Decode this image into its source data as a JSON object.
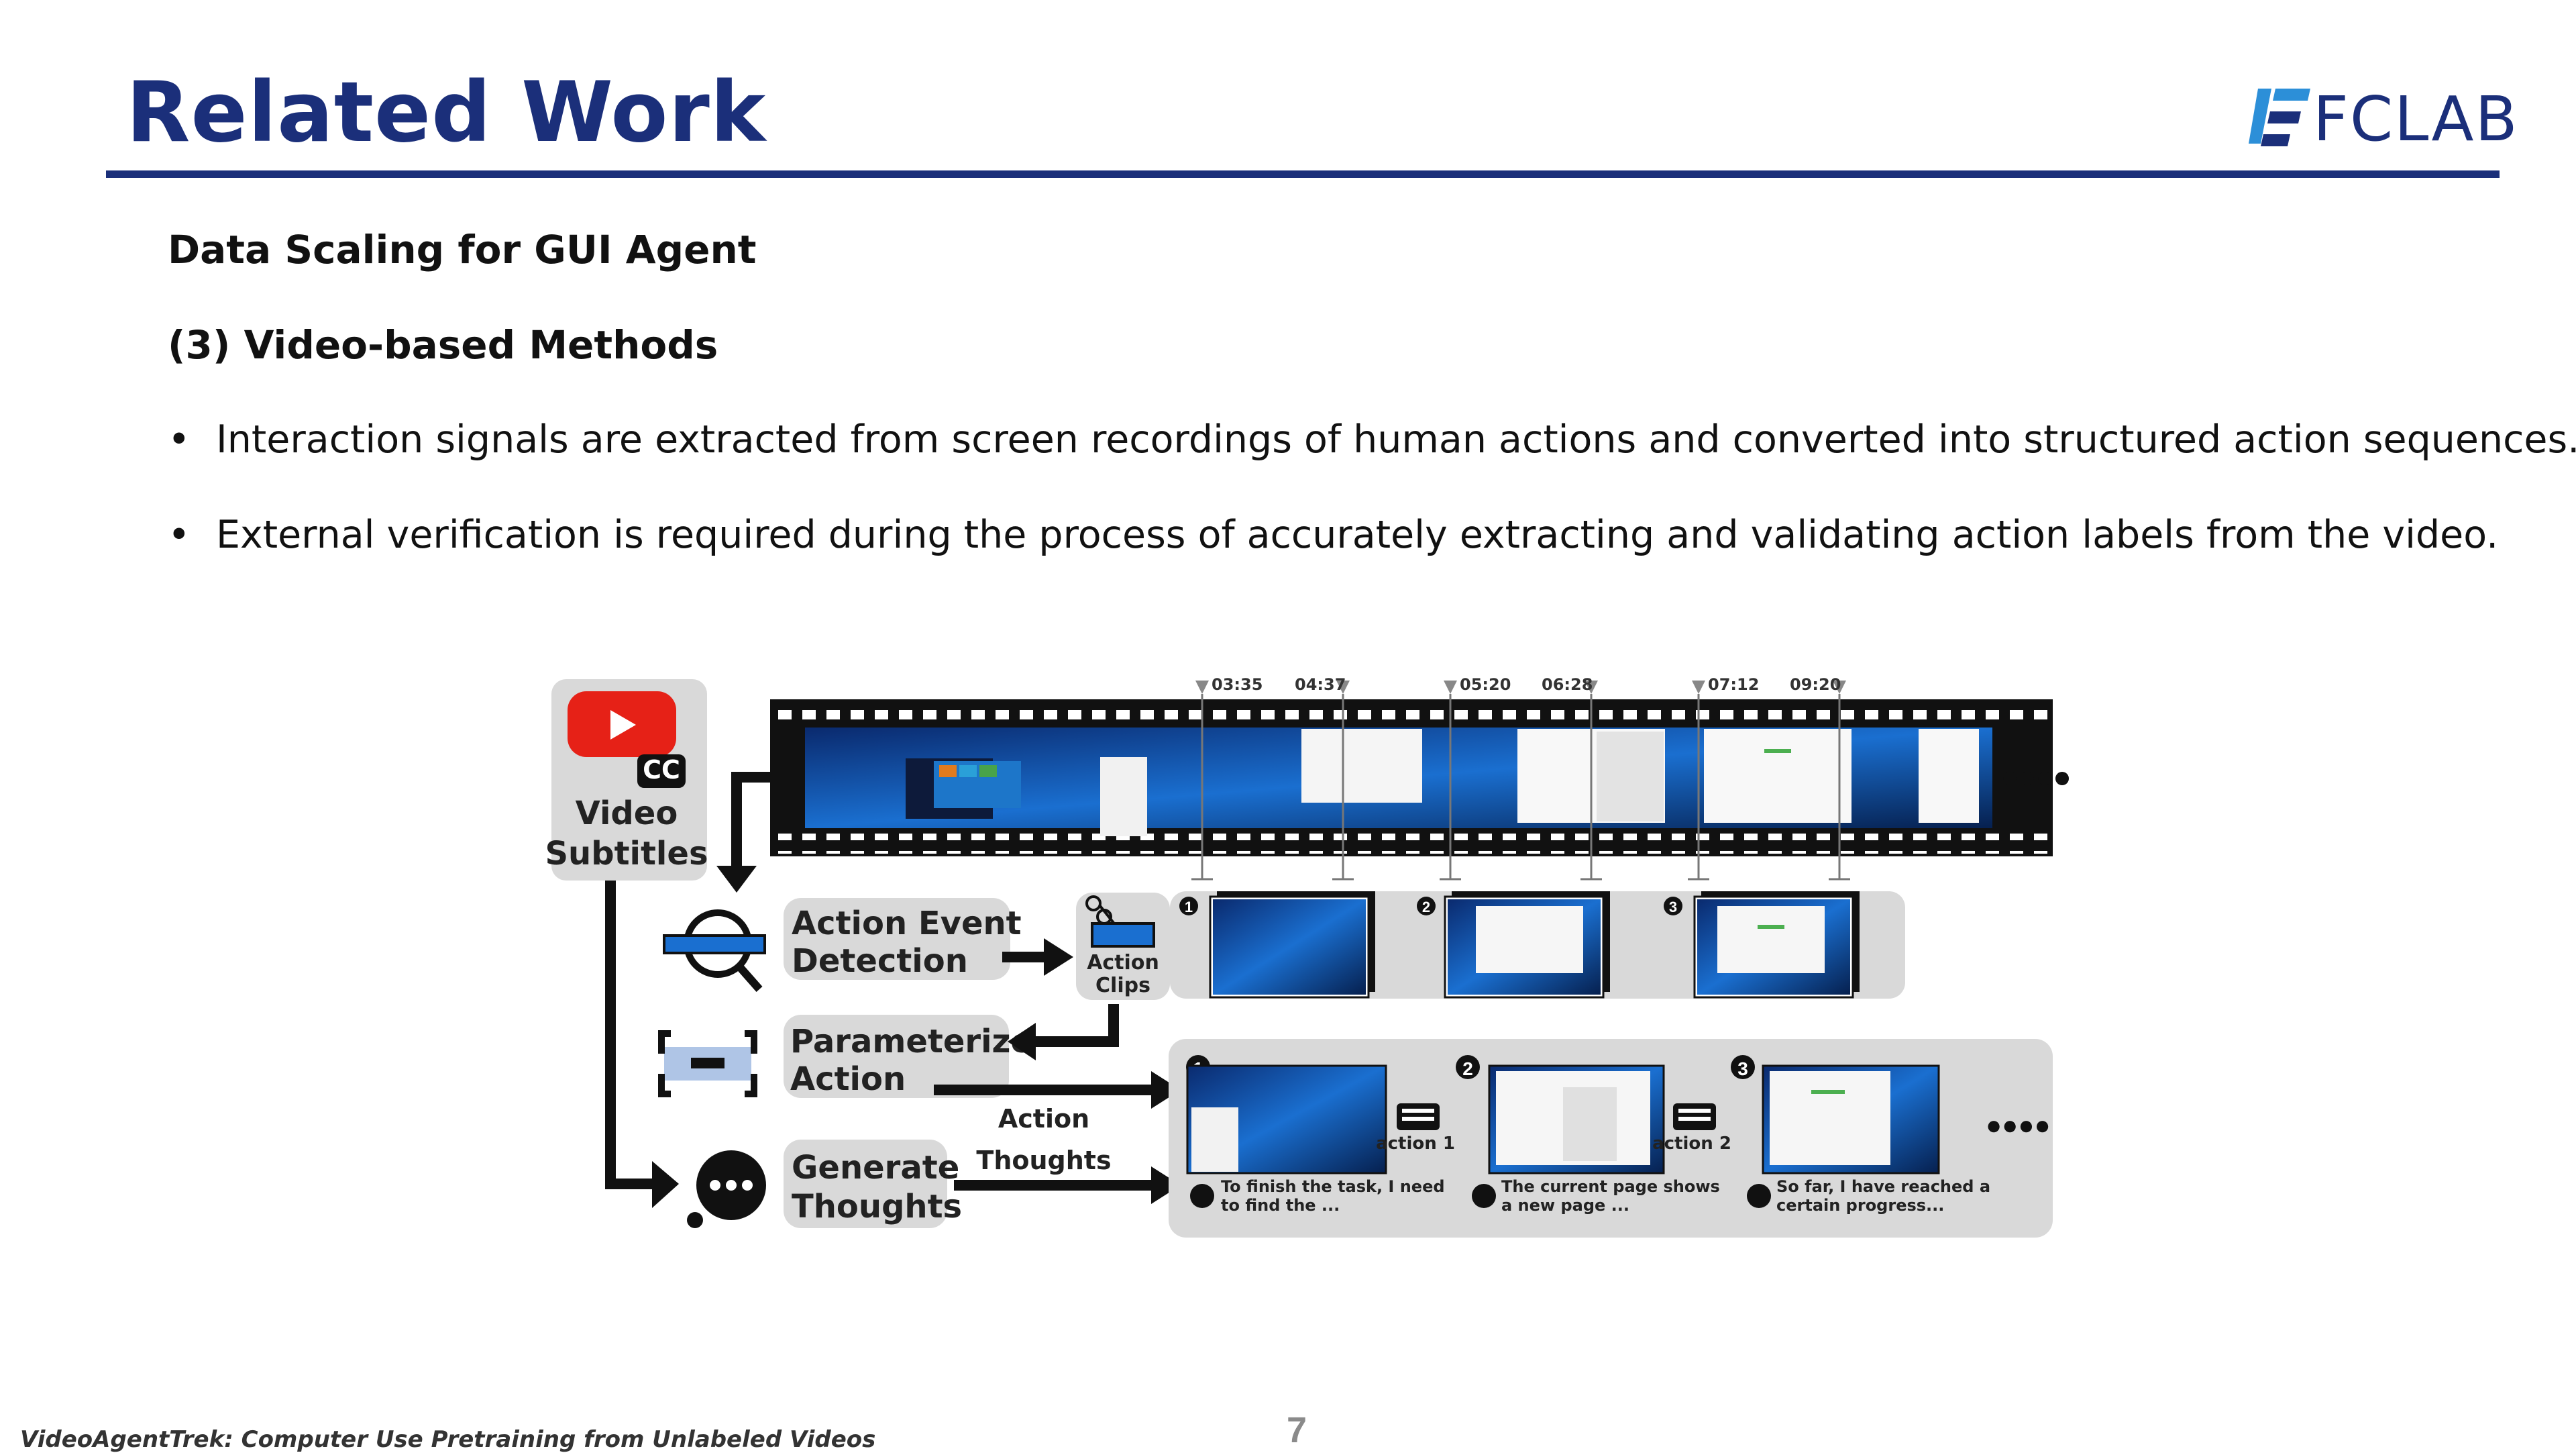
{
  "slide": {
    "title": "Related Work",
    "logo_text": "FCLAB",
    "subtitle": "Data Scaling for GUI Agent",
    "section": "(3) Video-based Methods",
    "bullets": [
      "Interaction signals are extracted from screen recordings of human actions and converted into structured action sequences.",
      "External verification is required during the process of accurately extracting and validating action labels from the video."
    ],
    "bullet_symbol": "•",
    "footer": "VideoAgentTrek: Computer Use Pretraining from Unlabeled Videos",
    "page_number": "7"
  },
  "figure": {
    "source_label_1": "Video",
    "source_label_2": "Subtitles",
    "cc_label": "CC",
    "timestamps": [
      "03:35",
      "04:37",
      "05:20",
      "06:28",
      "07:12",
      "09:20"
    ],
    "steps": {
      "detect_1": "Action Event",
      "detect_2": "Detection",
      "clips_1": "Action",
      "clips_2": "Clips",
      "param_1": "Parameterize",
      "param_2": "Action",
      "gen_1": "Generate",
      "gen_2": "Thoughts"
    },
    "arrow_labels": {
      "action": "Action",
      "thoughts": "Thoughts"
    },
    "clip_numbers": [
      "1",
      "2",
      "3"
    ],
    "action_labels": [
      "action 1",
      "action 2"
    ],
    "thoughts": [
      {
        "line1": "To finish the task, I need",
        "line2": "to find the ..."
      },
      {
        "line1": "The current page shows",
        "line2": "a new page ..."
      },
      {
        "line1": "So far, I have reached a",
        "line2": "certain progress..."
      }
    ],
    "ellipsis_dots": "●●●●",
    "colors": {
      "accent_blue": "#1b2f7a",
      "youtube_red": "#e62117",
      "panel_gray": "#d9d9d9",
      "film_black": "#111111"
    }
  }
}
